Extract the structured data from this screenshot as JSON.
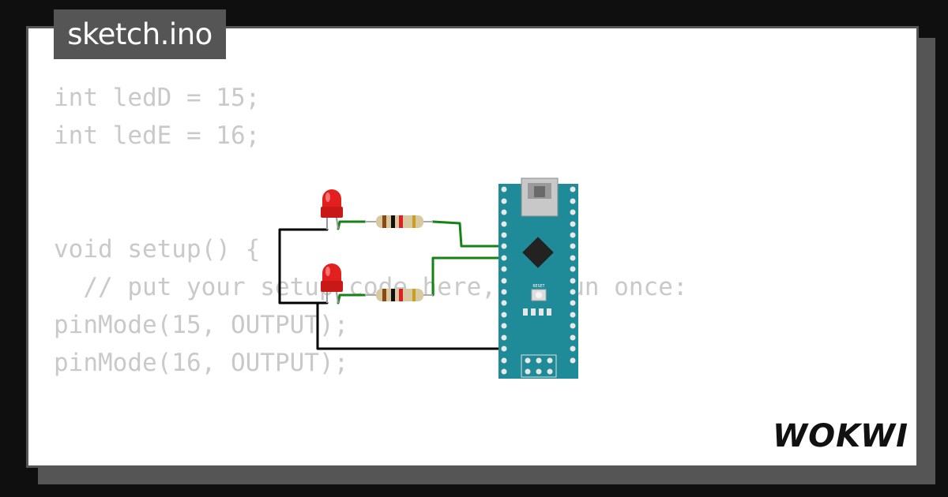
{
  "tab": {
    "label": "sketch.ino"
  },
  "code": {
    "lines": [
      "int ledD = 15;",
      "int ledE = 16;",
      "",
      "",
      "void setup() {",
      "  // put your setup code here, to run once:",
      "pinMode(15, OUTPUT);",
      "pinMode(16, OUTPUT);"
    ]
  },
  "board": {
    "reset_label": "RESET",
    "icons": [
      "arduino-nano-board",
      "usb-connector-icon",
      "chip-icon"
    ]
  },
  "components": {
    "leds": [
      "led-red",
      "led-red"
    ],
    "resistors": [
      "resistor",
      "resistor"
    ]
  },
  "colors": {
    "background": "#0f0f0f",
    "card": "#ffffff",
    "border": "#555555",
    "code_text": "#c9c9c9",
    "board": "#1f8a98",
    "wire_signal": "#148214",
    "wire_ground": "#000000",
    "led": "#e32020"
  },
  "logo": {
    "text": "WOKWI"
  }
}
